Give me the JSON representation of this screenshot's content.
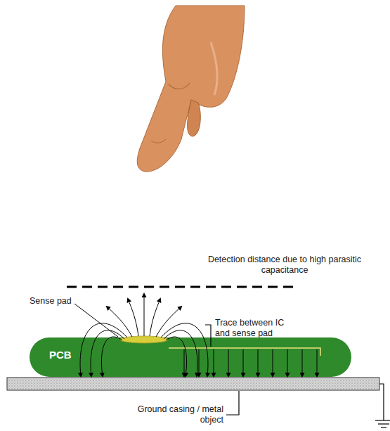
{
  "diagram": {
    "nodes": [
      {
        "text": [
          "PCB"
        ]
      }
    ],
    "labels": [
      "Detection distance due to high parasitic capacitance",
      "Sense pad",
      "Trace between IC and sense pad",
      "Ground casing / metal object"
    ]
  }
}
